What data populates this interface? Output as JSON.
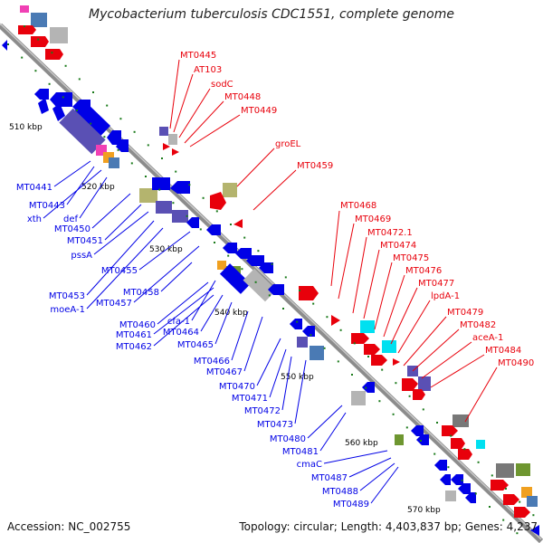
{
  "title": "Mycobacterium tuberculosis CDC1551, complete genome",
  "accession": "Accession: NC_002755",
  "summary": "Topology: circular; Length: 4,403,837 bp; Genes: 4,237",
  "scale_labels": [
    "510 kbp",
    "520 kbp",
    "530 kbp",
    "540 kbp",
    "550 kbp",
    "560 kbp",
    "570 kbp"
  ],
  "forward_labels": [
    "MT0445",
    "AT103",
    "sodC",
    "MT0448",
    "MT0449",
    "groEL",
    "MT0459",
    "MT0468",
    "MT0469",
    "MT0472.1",
    "MT0474",
    "MT0475",
    "MT0476",
    "MT0477",
    "lpdA-1",
    "MT0479",
    "MT0482",
    "aceA-1",
    "MT0484",
    "MT0490"
  ],
  "reverse_labels": [
    "MT0441",
    "MT0443",
    "xth",
    "def",
    "MT0450",
    "MT0451",
    "pssA",
    "MT0455",
    "MT0453",
    "moeA-1",
    "MT0457",
    "MT0458",
    "MT0460",
    "cfa-1",
    "MT0461",
    "MT0464",
    "MT0462",
    "MT0465",
    "MT0466",
    "MT0467",
    "MT0470",
    "MT0471",
    "MT0472",
    "MT0473",
    "MT0480",
    "MT0481",
    "cmaC",
    "MT0487",
    "MT0488",
    "MT0489"
  ],
  "colors": {
    "forward": "#e8000b",
    "reverse": "#0000e6",
    "backbone": "#8c8c8c",
    "tick": "#1a7a1a",
    "gray_feature": "#b4b4b4",
    "purple_feature": "#5a50b4",
    "cyan_feature": "#00e0f0",
    "olive_feature": "#b4b46e",
    "orange_feature": "#f0a020",
    "pink_feature": "#f040b4",
    "green_feature": "#6e9630",
    "steelblue_feature": "#4a7ab4"
  }
}
